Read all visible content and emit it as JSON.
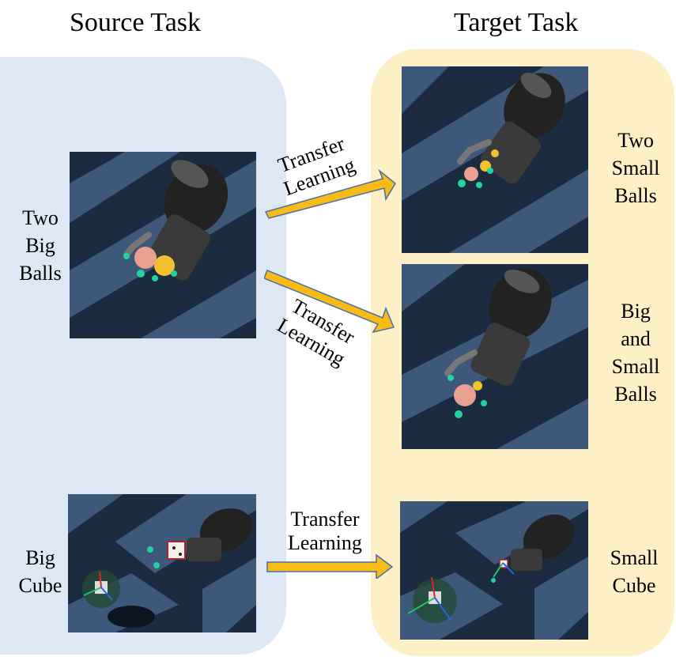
{
  "source": {
    "heading": "Source Task",
    "tasks": [
      {
        "label_lines": [
          "Two",
          "Big",
          "Balls"
        ]
      },
      {
        "label_lines": [
          "Big",
          "Cube"
        ]
      }
    ]
  },
  "target": {
    "heading": "Target Task",
    "tasks": [
      {
        "label_lines": [
          "Two",
          "Small",
          "Balls"
        ]
      },
      {
        "label_lines": [
          "Big",
          "and",
          "Small",
          "Balls"
        ]
      },
      {
        "label_lines": [
          "Small",
          "Cube"
        ]
      }
    ]
  },
  "transfers": [
    {
      "lines": [
        "Transfer",
        "Learning"
      ]
    },
    {
      "lines": [
        "Transfer",
        "Learning"
      ]
    },
    {
      "lines": [
        "Transfer",
        "Learning"
      ]
    }
  ],
  "colors": {
    "source_panel": "#dde8f4",
    "target_panel": "#fdf0c6",
    "arrow_fill": "#f9bb16",
    "arrow_stroke": "#4a6fa5",
    "floor_dark": "#1c2c40",
    "floor_light": "#3d5878"
  }
}
